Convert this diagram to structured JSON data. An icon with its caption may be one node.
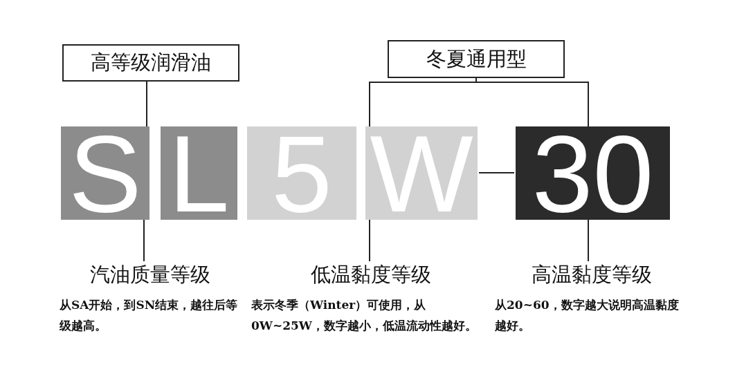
{
  "diagram": {
    "nodes": [
      {
        "text": [
          "高等级润滑油"
        ]
      },
      {
        "text": [
          "冬夏通用型"
        ]
      },
      {
        "text": [
          "S"
        ]
      },
      {
        "text": [
          "L"
        ]
      },
      {
        "text": [
          "5"
        ]
      },
      {
        "text": [
          "W"
        ]
      },
      {
        "text": [
          "30"
        ]
      },
      {
        "text": [
          "汽油质量等级",
          "从SA开始，到SN结束，越往后等级越高。"
        ]
      },
      {
        "text": [
          "低温黏度等级",
          "表示冬季（Winter）可使用，从0W~25W，数字越小，低温流动性越好。"
        ]
      },
      {
        "text": [
          "高温黏度等级",
          "从20~60，数字越大说明高温黏度越好。"
        ]
      }
    ],
    "edges": [
      {
        "from": 0,
        "to": 2,
        "arrow": "none"
      },
      {
        "from": 1,
        "to": 5,
        "arrow": "none"
      },
      {
        "from": 1,
        "to": 6,
        "arrow": "none"
      },
      {
        "from": 5,
        "to": 6,
        "arrow": "none"
      },
      {
        "from": 2,
        "to": 7,
        "arrow": "none"
      },
      {
        "from": 5,
        "to": 8,
        "arrow": "none"
      },
      {
        "from": 6,
        "to": 9,
        "arrow": "none"
      }
    ]
  }
}
